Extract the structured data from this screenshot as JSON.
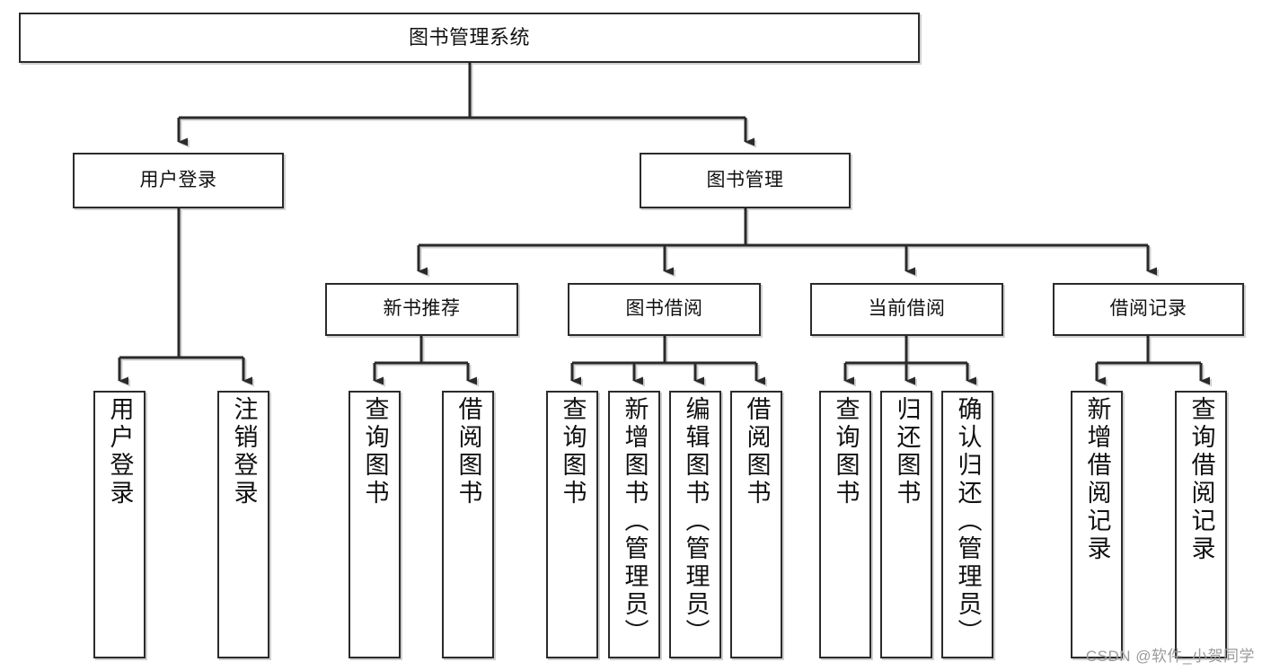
{
  "diagram": {
    "title": "图书管理系统",
    "type": "tree-hierarchy",
    "orientation": "top-down",
    "line_color": "#2b2b2b",
    "box_fill": "#ffffff",
    "text_color": "#111111"
  },
  "root": {
    "label": "图书管理系统"
  },
  "level2": [
    {
      "label": "用户登录"
    },
    {
      "label": "图书管理"
    }
  ],
  "level3": [
    {
      "label": "新书推荐"
    },
    {
      "label": "图书借阅"
    },
    {
      "label": "当前借阅"
    },
    {
      "label": "借阅记录"
    }
  ],
  "leaves": {
    "user_login": [
      {
        "label": "用户登录"
      },
      {
        "label": "注销登录"
      }
    ],
    "new_book_recommend": [
      {
        "label": "查询图书"
      },
      {
        "label": "借阅图书"
      }
    ],
    "book_borrow": [
      {
        "label": "查询图书"
      },
      {
        "label": "新增图书（管理员）"
      },
      {
        "label": "编辑图书（管理员）"
      },
      {
        "label": "借阅图书"
      }
    ],
    "current_borrow": [
      {
        "label": "查询图书"
      },
      {
        "label": "归还图书"
      },
      {
        "label": "确认归还（管理员）"
      }
    ],
    "borrow_record": [
      {
        "label": "新增借阅记录"
      },
      {
        "label": "查询借阅记录"
      }
    ]
  },
  "watermark": {
    "text": "CSDN @软件_小贺同学"
  }
}
